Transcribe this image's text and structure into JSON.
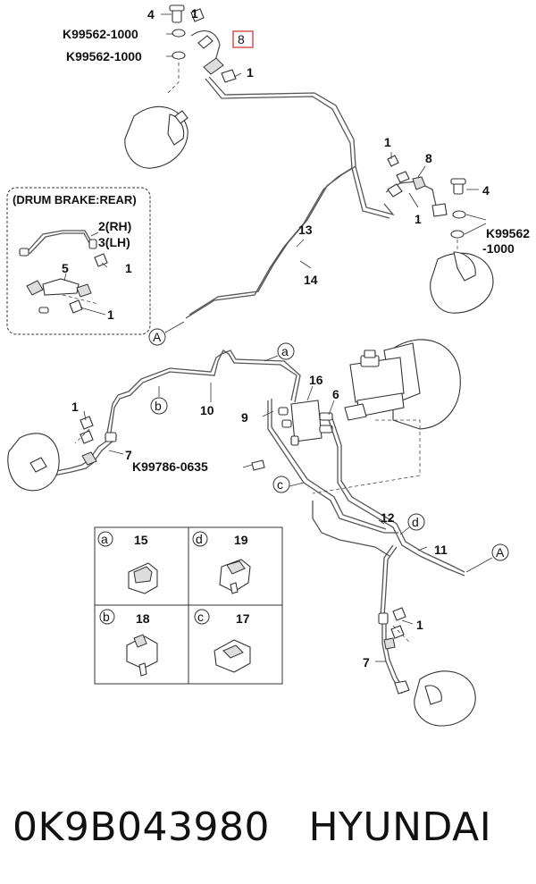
{
  "labels": {
    "n4a": "4",
    "n1a": "1",
    "k1": "K99562-1000",
    "n8hl": "8",
    "k2": "K99562-1000",
    "n1b": "1",
    "drum": "(DRUM BRAKE:REAR)",
    "rh": "2(RH)",
    "lh": "3(LH)",
    "n1c": "1",
    "n5": "5",
    "n1d": "1",
    "n1e": "1",
    "n8": "8",
    "n4b": "4",
    "n1f": "1",
    "k3a": "K99562",
    "k3b": "-1000",
    "n13": "13",
    "n14": "14",
    "calloutA1": "A",
    "ca": "a",
    "n16": "16",
    "n6": "6",
    "cb": "b",
    "n10": "10",
    "n9": "9",
    "n1g": "1",
    "n7a": "7",
    "k4": "K99786-0635",
    "cc": "c",
    "n12": "12",
    "cd": "d",
    "n11": "11",
    "calloutA2": "A",
    "n1h": "1",
    "n7b": "7"
  },
  "clip_table": {
    "cells": [
      {
        "letter": "a",
        "number": "15"
      },
      {
        "letter": "d",
        "number": "19"
      },
      {
        "letter": "b",
        "number": "18"
      },
      {
        "letter": "c",
        "number": "17"
      }
    ]
  },
  "highlight_color": "#d9534f",
  "footer": {
    "part_number": "0K9B043980",
    "brand": "HYUNDAI"
  }
}
